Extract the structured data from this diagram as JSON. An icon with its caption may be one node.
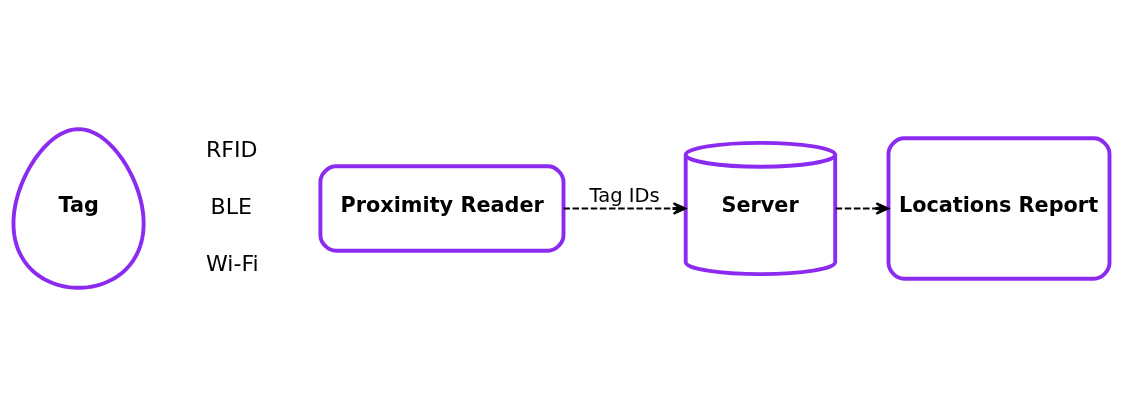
{
  "diagram": {
    "nodes": [
      {
        "text": [
          "Tag"
        ]
      },
      {
        "text": [
          "Proximity Reader"
        ]
      },
      {
        "text": [
          "Server"
        ]
      },
      {
        "text": [
          "Locations Report"
        ]
      }
    ],
    "edges": [
      {
        "from": 1,
        "to": 2,
        "arrow": "to",
        "label": "Tag IDs",
        "style": "dashed"
      },
      {
        "from": 2,
        "to": 3,
        "arrow": "to",
        "style": "dashed"
      }
    ],
    "labels": [
      "RFID",
      "BLE",
      "Wi-Fi"
    ]
  }
}
